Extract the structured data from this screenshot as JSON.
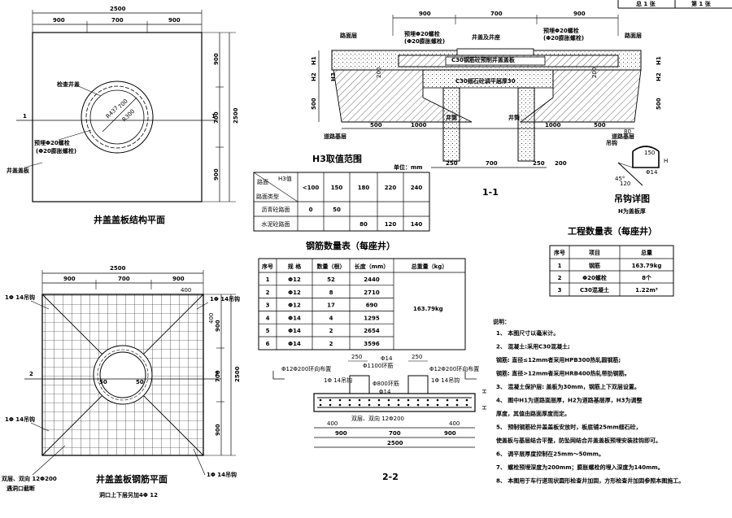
{
  "sheet": {
    "corner": {
      "left": "总 1 张",
      "right": "第 1 张"
    }
  },
  "plan1": {
    "title": "井盖盖板结构平面",
    "dims_top": [
      "2500",
      "900",
      "700",
      "900"
    ],
    "dims_right": [
      "900",
      "700",
      "2500",
      "900"
    ],
    "section_mark": "1",
    "labels": {
      "well": "检查井盖",
      "bolt": "预埋Φ20螺栓",
      "bolt_sub": "(Φ20膨胀螺栓)",
      "slab": "井盖盖板",
      "r": "R437",
      "d": "700",
      "r2": "R300"
    }
  },
  "plan2": {
    "title": "井盖盖板钢筋平面",
    "subtitle": "洞口上下层另加4Φ 12",
    "dims_top": [
      "2500",
      "900",
      "700",
      "900",
      "400"
    ],
    "dims_right": [
      "400",
      "900",
      "700",
      "2500",
      "900"
    ],
    "section_mark": "2",
    "labels": {
      "hook": "1Φ 14吊钩",
      "fifty": "50",
      "mesh1": "双层、双向  12Φ200",
      "mesh2": "遇洞口截断"
    }
  },
  "section1": {
    "title": "1-1",
    "dims_top": [
      "900",
      "700",
      "900"
    ],
    "labels": {
      "pavement": "路面层",
      "bolt": "预埋Φ20螺栓",
      "bolt_sub": "(Φ20膨胀螺栓)",
      "frame": "井盖及井座",
      "slab": "C30钢筋砼预制井盖盖板",
      "bed": "C30细石砼调平层厚30",
      "base": "道路基层",
      "wall": "井筒"
    },
    "dims_left": [
      "H1",
      "H2",
      "H3",
      "500"
    ],
    "dims_bottom": [
      "500",
      "1000",
      "1000",
      "500",
      "250",
      "700",
      "250",
      "200"
    ],
    "small": [
      "200",
      "H",
      "H"
    ]
  },
  "h3table": {
    "title": "H3取值范围",
    "unit": "单位：mm",
    "corner": {
      "top": "H3值",
      "mid": "路面",
      "bot": "路面类型"
    },
    "headers": [
      "<100",
      "150",
      "180",
      "220",
      "240"
    ],
    "rows": [
      {
        "label": "沥青砼路面",
        "cells": [
          "0",
          "50",
          "",
          "",
          ""
        ]
      },
      {
        "label": "水泥砼路面",
        "cells": [
          "",
          "",
          "80",
          "120",
          "140"
        ]
      }
    ]
  },
  "hook": {
    "title": "吊钩详图",
    "subtitle": "H为盖板厚",
    "labels": {
      "hook": "吊钩",
      "dim1": "80",
      "dim2": "150",
      "h": "H",
      "bar": "Φ14",
      "bend": "45°",
      "lap": "120"
    }
  },
  "rebar": {
    "title": "钢筋数量表（每座井）",
    "headers": [
      "序号",
      "规 格",
      "数量（根）",
      "长度（mm）",
      "总重量（kg）"
    ],
    "rows": [
      [
        "1",
        "Φ12",
        "52",
        "2440"
      ],
      [
        "2",
        "Φ12",
        "8",
        "2710"
      ],
      [
        "3",
        "Φ12",
        "17",
        "690"
      ],
      [
        "4",
        "Φ14",
        "4",
        "1295"
      ],
      [
        "5",
        "Φ14",
        "2",
        "2654"
      ],
      [
        "6",
        "Φ14",
        "2",
        "3596"
      ]
    ],
    "total": "163.79kg"
  },
  "qty": {
    "title": "工程数量表（每座井）",
    "headers": [
      "序号",
      "项目",
      "总量"
    ],
    "rows": [
      [
        "1",
        "钢筋",
        "163.79kg"
      ],
      [
        "2",
        "Φ20螺栓",
        "8个"
      ],
      [
        "3",
        "C30混凝土",
        "1.22m³"
      ]
    ]
  },
  "section2": {
    "title": "2-2",
    "labels": {
      "ring1": "Φ12Φ200环向布置",
      "ring2": "Φ12Φ200环向布置",
      "bar": "Φ14",
      "ringbar": "Φ1100环筋",
      "ring800": "Φ800环筋",
      "hook1": "1Φ 14吊钩",
      "hook2": "1Φ 14吊钩",
      "mesh": "双层、双向 12Φ200",
      "bar2": "Φ14"
    },
    "dims_top": [
      "250",
      "250"
    ],
    "dims_bottom": [
      "400",
      "400",
      "900",
      "700",
      "900",
      "2500"
    ],
    "dims_right": [
      "H",
      "H"
    ]
  },
  "notes": {
    "heading": "说明：",
    "items": [
      "1、 本图尺寸以毫米计。",
      "2、 混凝土:采用C30混凝土;",
      "      钢筋: 直径≤12mm者采用HPB300热轧圆钢筋;",
      "      钢筋: 直径>12mm者采用HRB400热轧带肋钢筋。",
      "3、 混凝土保护层: 盖板为30mm，钢筋上下双层设置。",
      "4、 图中H1为道路面层厚，H2为道路基层厚，H3为调整",
      "      厚度，其值由路面厚度而定。",
      "5、 预制钢筋砼井盖盖板安放时，板底铺25mm细石砼，",
      "      使盖板与基层结合平整，防坠网结合井盖盖板预埋安装挂钩即可。",
      "6、 调平层厚度控制在25mm～50mm。",
      "7、 螺栓预埋深度为200mm；膨胀螺栓的埋入深度为140mm。",
      "8、 本图用于车行道现状圆形检查井加固，方形检查井加固参照本图施工。"
    ]
  }
}
